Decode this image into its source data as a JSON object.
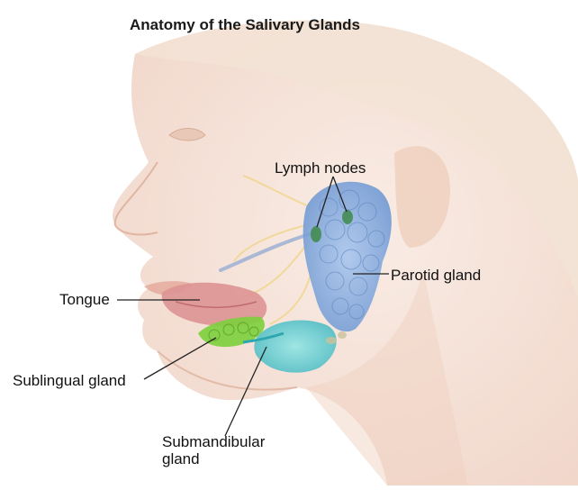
{
  "title": "Anatomy of the Salivary Glands",
  "labels": {
    "lymph_nodes": "Lymph nodes",
    "parotid_gland": "Parotid gland",
    "tongue": "Tongue",
    "sublingual_gland": "Sublingual gland",
    "submandibular_gland_line1": "Submandibular",
    "submandibular_gland_line2": "gland"
  },
  "colors": {
    "skin": "#f3d9cc",
    "skin_shadow": "#e6bfae",
    "parotid": "#8fb3e0",
    "lymph_node": "#3e8a4a",
    "submandibular": "#5fd2d6",
    "sublingual": "#7ccf3c",
    "tongue": "#d98a8a",
    "nerve": "#f1d58a",
    "duct": "#a9b8d4"
  }
}
